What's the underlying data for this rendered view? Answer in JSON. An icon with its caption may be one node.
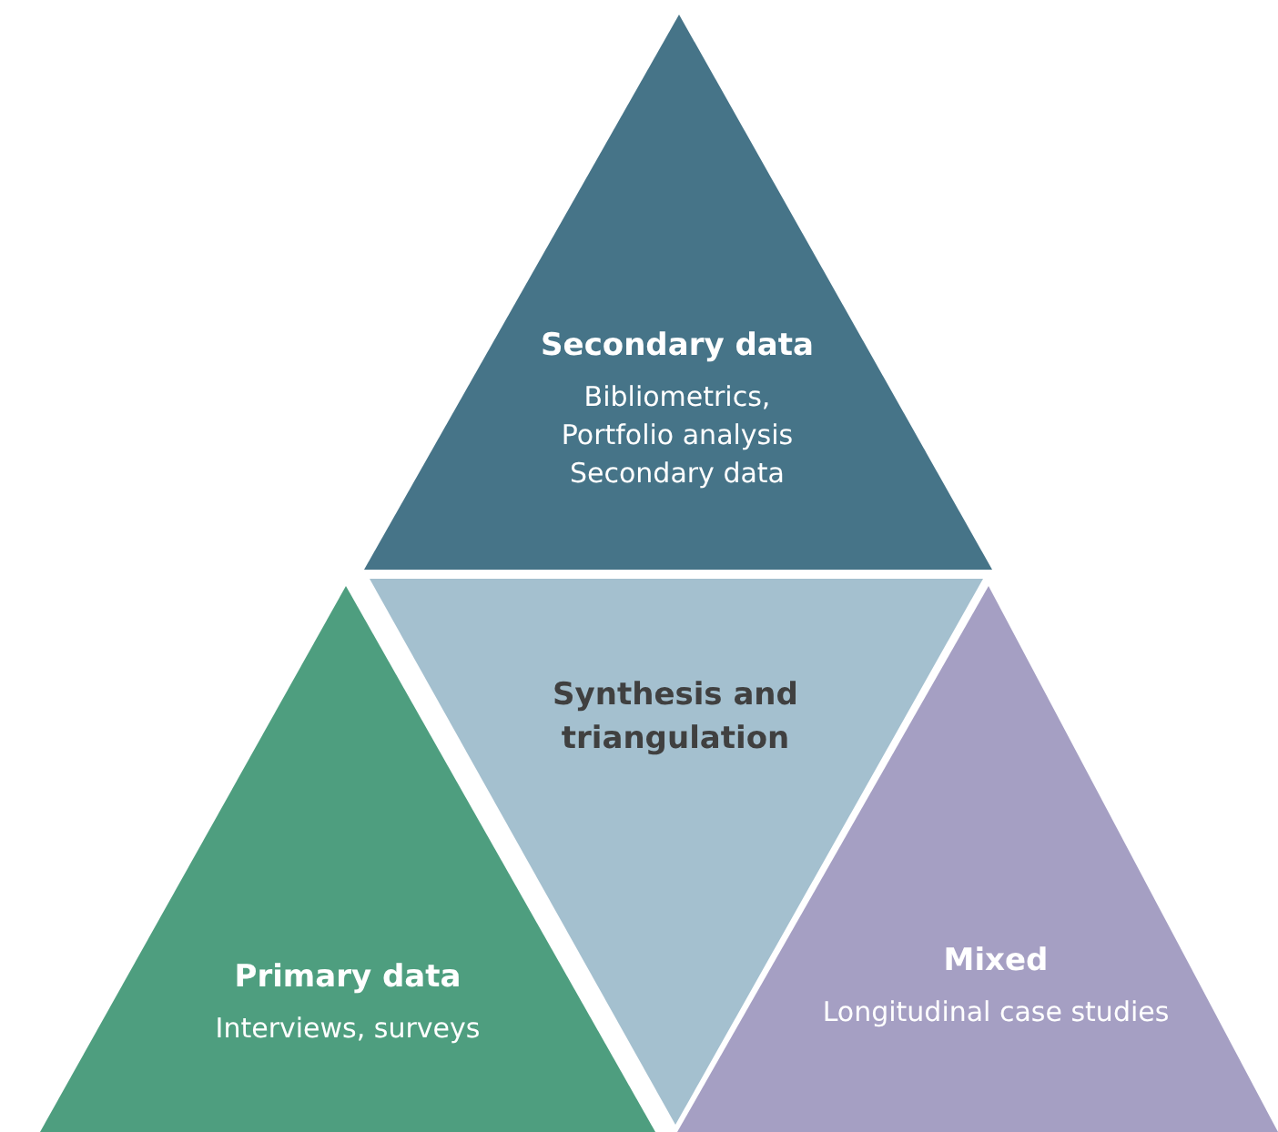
{
  "diagram": {
    "nodes": [
      {
        "text": [
          "Secondary data",
          "Bibliometrics, Portfolio analysis Secondary data"
        ]
      },
      {
        "text": [
          "Synthesis and triangulation"
        ]
      },
      {
        "text": [
          "Primary data",
          "Interviews, surveys"
        ]
      },
      {
        "text": [
          "Mixed",
          "Longitudinal case studies"
        ]
      }
    ]
  }
}
